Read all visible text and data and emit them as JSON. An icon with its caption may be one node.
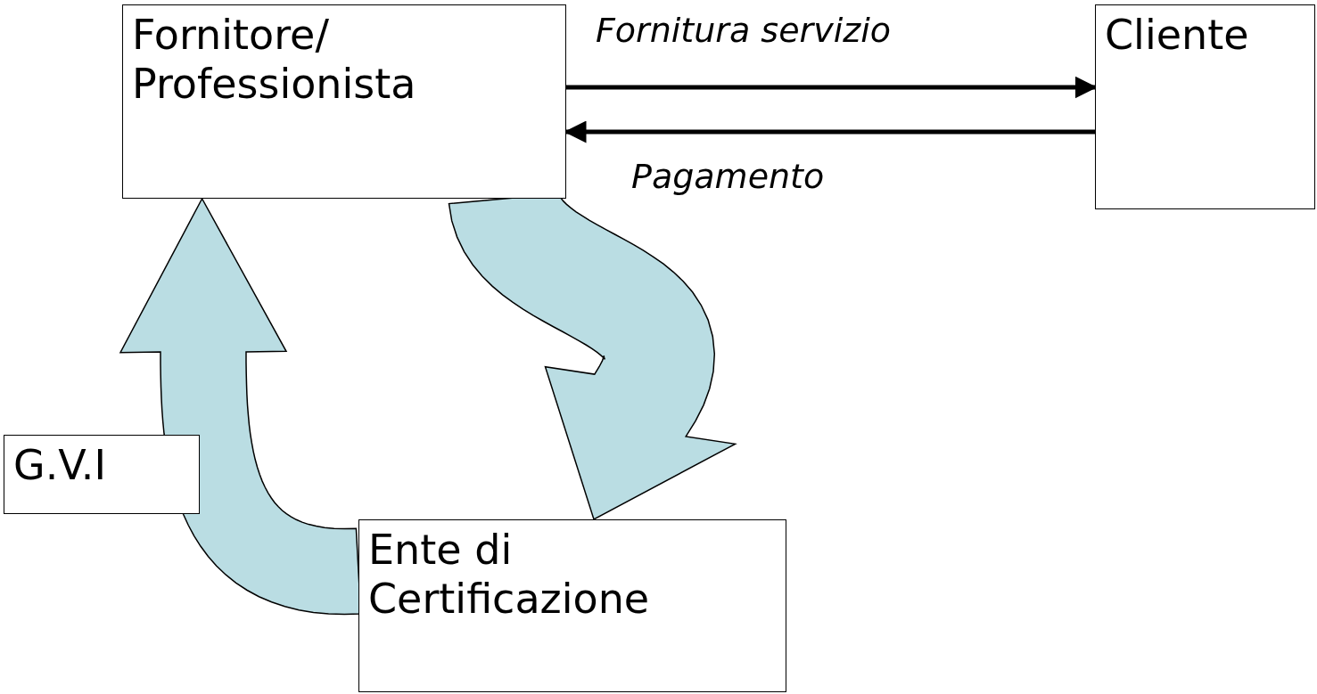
{
  "diagram": {
    "nodes": [
      {
        "text": [
          "Fornitore/ Professionista"
        ]
      },
      {
        "text": [
          "Cliente"
        ]
      },
      {
        "text": [
          "G.V.I"
        ]
      },
      {
        "text": [
          "Ente di Certificazione"
        ]
      }
    ],
    "edges": [
      {
        "from": 0,
        "to": 1,
        "arrow": "to",
        "label": "Fornitura servizio"
      },
      {
        "from": 1,
        "to": 0,
        "arrow": "to",
        "label": "Pagamento"
      },
      {
        "from": 0,
        "to": 3,
        "arrow": "to",
        "style": "thick",
        "color": "#badde3"
      },
      {
        "from": 3,
        "to": 0,
        "arrow": "to",
        "style": "thick",
        "color": "#badde3"
      }
    ]
  }
}
